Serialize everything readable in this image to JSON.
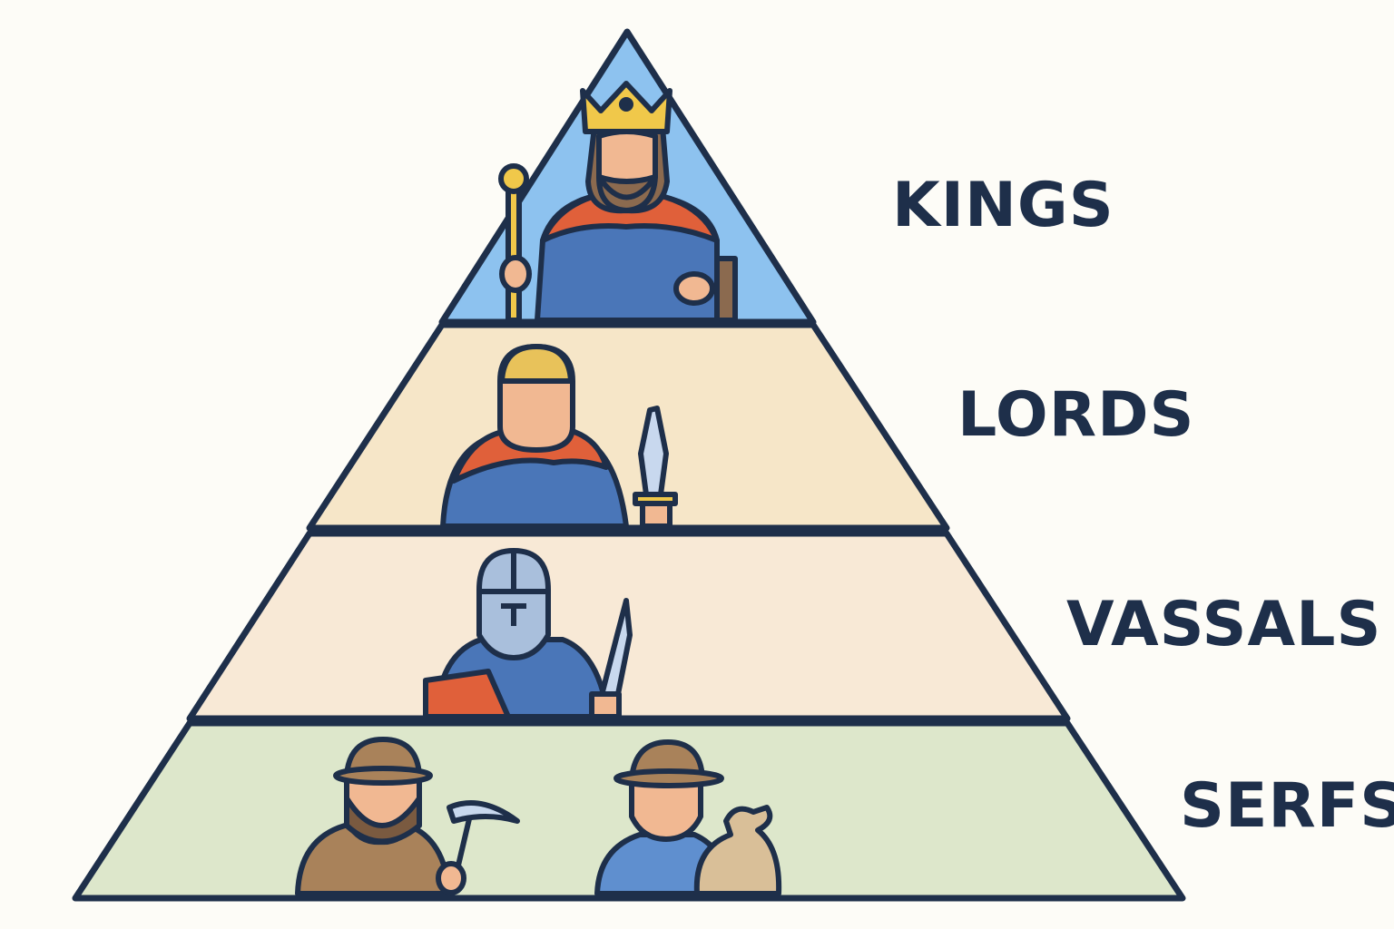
{
  "tiers": [
    {
      "label": "KINGS",
      "fill": "#8dc2ef"
    },
    {
      "label": "LORDS",
      "fill": "#f6e6c8"
    },
    {
      "label": "VASSALS",
      "fill": "#f8e9d6"
    },
    {
      "label": "SERFS",
      "fill": "#dde7cb"
    }
  ],
  "colors": {
    "outline": "#1e2f4a",
    "text": "#1e2f4a",
    "background": "#fdfcf7",
    "robe": "#4a76b8",
    "cape": "#e0603a",
    "gold": "#f0c84a",
    "skin": "#f1b892",
    "brown": "#a9825a"
  }
}
